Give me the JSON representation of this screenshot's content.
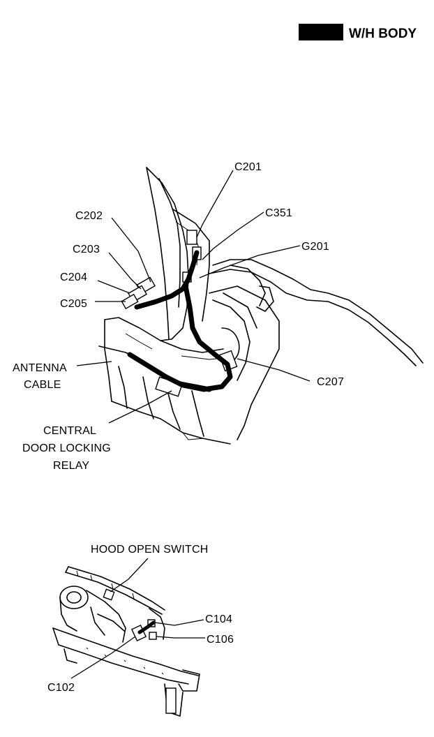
{
  "header": {
    "section": "W/H BODY",
    "swatch_color": "#000000"
  },
  "upper_view": {
    "labels": {
      "c201": "C201",
      "c351": "C351",
      "g201": "G201",
      "c202": "C202",
      "c203": "C203",
      "c204": "C204",
      "c205": "C205",
      "antenna_line1": "ANTENNA",
      "antenna_line2": "CABLE",
      "c207": "C207",
      "relay_line1": "CENTRAL",
      "relay_line2": "DOOR LOCKING",
      "relay_line3": "RELAY"
    }
  },
  "lower_view": {
    "labels": {
      "hood_switch": "HOOD OPEN SWITCH",
      "c104": "C104",
      "c106": "C106",
      "c102": "C102"
    }
  }
}
